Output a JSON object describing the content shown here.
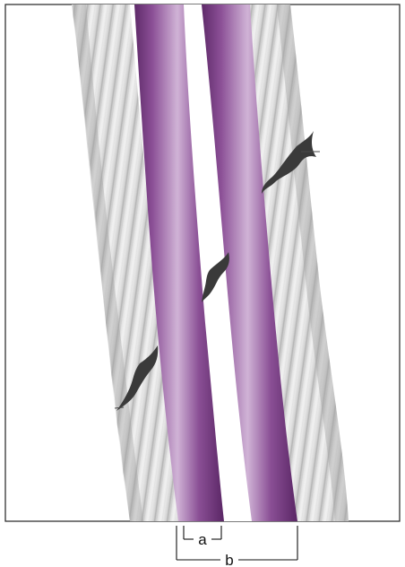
{
  "figure": {
    "labels": {
      "a": "a",
      "b": "b"
    },
    "colors": {
      "rod": "#7a3f86",
      "rod_highlight": "#c7a7cf",
      "wall": "#d7d7d7",
      "wall_dark": "#a9a9a9",
      "crack": "#3a3a3a",
      "frame": "#222222",
      "lumen": "#ffffff"
    },
    "elements": {
      "outer_wall": "cell-wall",
      "rods": [
        "rod-left",
        "rod-right"
      ],
      "cracks": [
        "crack-upper-right",
        "crack-middle",
        "crack-lower-left"
      ]
    }
  }
}
